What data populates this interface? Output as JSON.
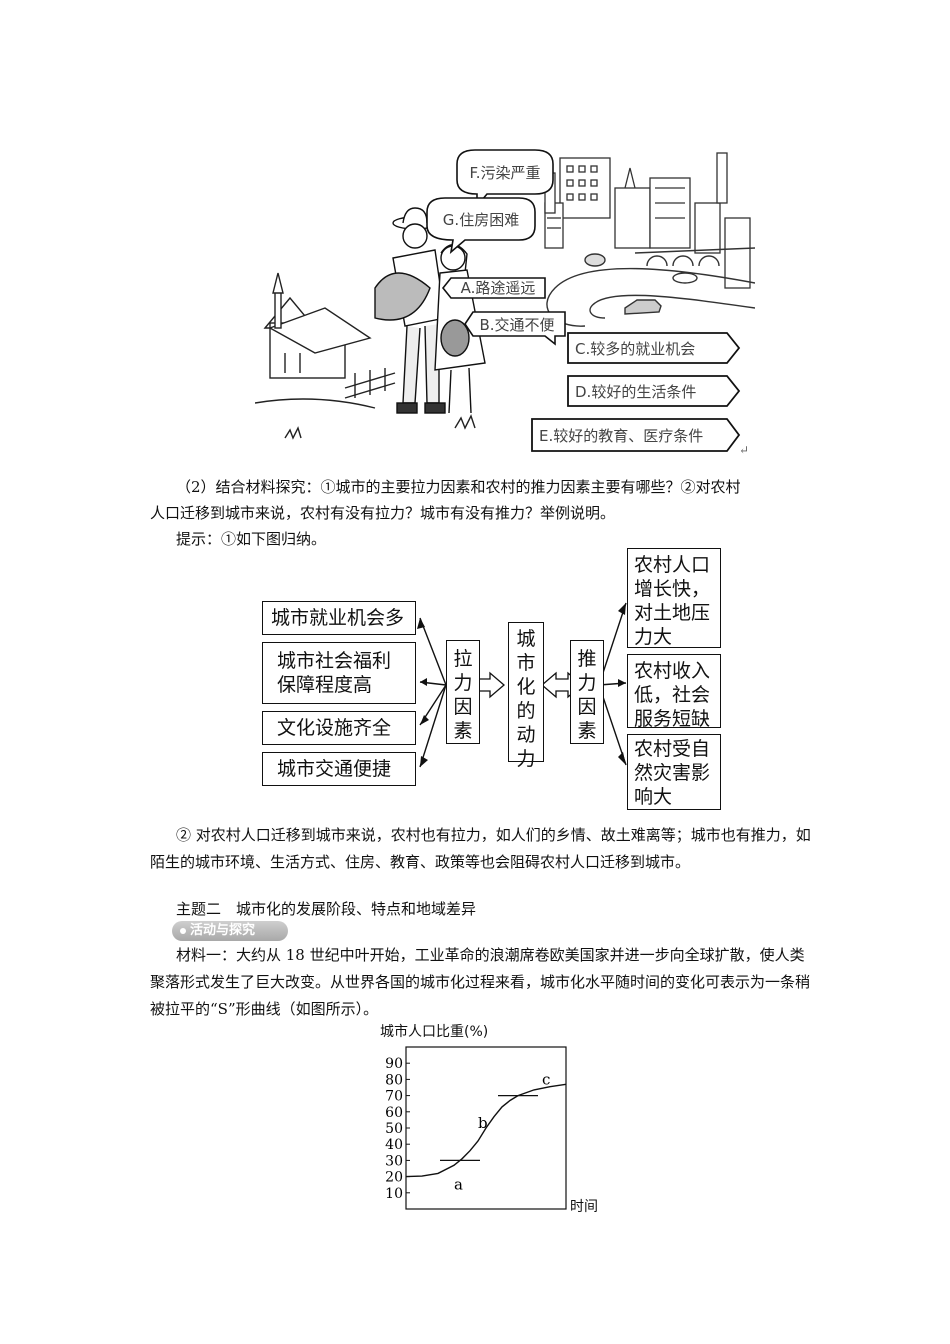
{
  "illustration": {
    "bubbles_left": [
      "F.污染严重",
      "G.住房困难",
      "A.路途遥远",
      "B.交通不便"
    ],
    "arrows_right": [
      "C.较多的就业机会",
      "D.较好的生活条件",
      "E.较好的教育、医疗条件"
    ],
    "return_mark": "↵"
  },
  "question": {
    "line1": "（2）结合材料探究：①城市的主要拉力因素和农村的推力因素主要有哪些？②对农村",
    "line2": "人口迁移到城市来说，农村有没有拉力？城市有没有推力？举例说明。"
  },
  "hint": "提示：①如下图归纳。",
  "flowchart": {
    "left_items": [
      "城市就业机会多",
      "城市社会福利保障程度高",
      "文化设施齐全",
      "城市交通便捷"
    ],
    "pull": "拉力因素",
    "center": "城市化的动力",
    "push": "推力因素",
    "right_items": [
      "农村人口增长快，对土地压力大",
      "农村收入低，社会服务短缺",
      "农村受自然灾害影响大"
    ]
  },
  "answer2": "② 对农村人口迁移到城市来说，农村也有拉力，如人们的乡情、故土难离等；城市也有推力，如陌生的城市环境、生活方式、住房、教育、政策等也会阻碍农村人口迁移到城市。",
  "topic2": "主题二　城市化的发展阶段、特点和地域差异",
  "activity_badge": "活动与探究",
  "material1": "材料一：大约从 18 世纪中叶开始，工业革命的浪潮席卷欧美国家并进一步向全球扩散，使人类聚落形式发生了巨大改变。从世界各国的城市化过程来看，城市化水平随时间的变化可表示为一条稍被拉平的“S”形曲线（如图所示）。",
  "chart_data": {
    "type": "line",
    "ylabel": "城市人口比重(%)",
    "xlabel": "时间",
    "yticks": [
      10,
      20,
      30,
      40,
      50,
      60,
      70,
      80,
      90
    ],
    "ylim": [
      0,
      100
    ],
    "stage_labels": [
      "a",
      "b",
      "c"
    ],
    "series": [
      {
        "x": [
          0,
          0.1,
          0.2,
          0.3,
          0.35,
          0.4,
          0.45,
          0.5,
          0.55,
          0.6,
          0.65,
          0.7,
          0.8,
          0.9,
          1.0
        ],
        "values": [
          20,
          20.3,
          22,
          27,
          31,
          36,
          42,
          50,
          57,
          63,
          67,
          70,
          73.5,
          75.5,
          77
        ]
      }
    ],
    "thresholds": [
      30,
      70
    ]
  }
}
